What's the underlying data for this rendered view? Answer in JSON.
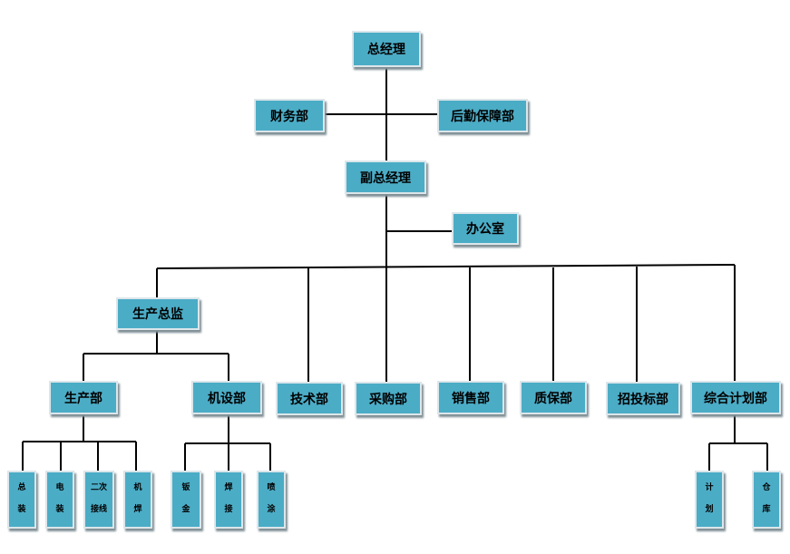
{
  "org": {
    "ceo": "总经理",
    "finance": "财务部",
    "logistics": "后勤保障部",
    "vice_ceo": "副总经理",
    "office": "办公室",
    "production_director": "生产总监",
    "production_dept": "生产部",
    "equipment_dept": "机设部",
    "tech_dept": "技术部",
    "purchasing_dept": "采购部",
    "sales_dept": "销售部",
    "quality_dept": "质保部",
    "bidding_dept": "招投标部",
    "planning_dept": "综合计划部",
    "assembly": [
      "总",
      "装"
    ],
    "electrical": [
      "电",
      "装"
    ],
    "secondary_wiring": [
      "二次",
      "接线"
    ],
    "mech_weld": [
      "机",
      "焊"
    ],
    "sheet_metal": [
      "钣",
      "金"
    ],
    "welding": [
      "焊",
      "接"
    ],
    "painting": [
      "喷",
      "涂"
    ],
    "plan": [
      "计",
      "划"
    ],
    "warehouse": [
      "仓",
      "库"
    ]
  }
}
